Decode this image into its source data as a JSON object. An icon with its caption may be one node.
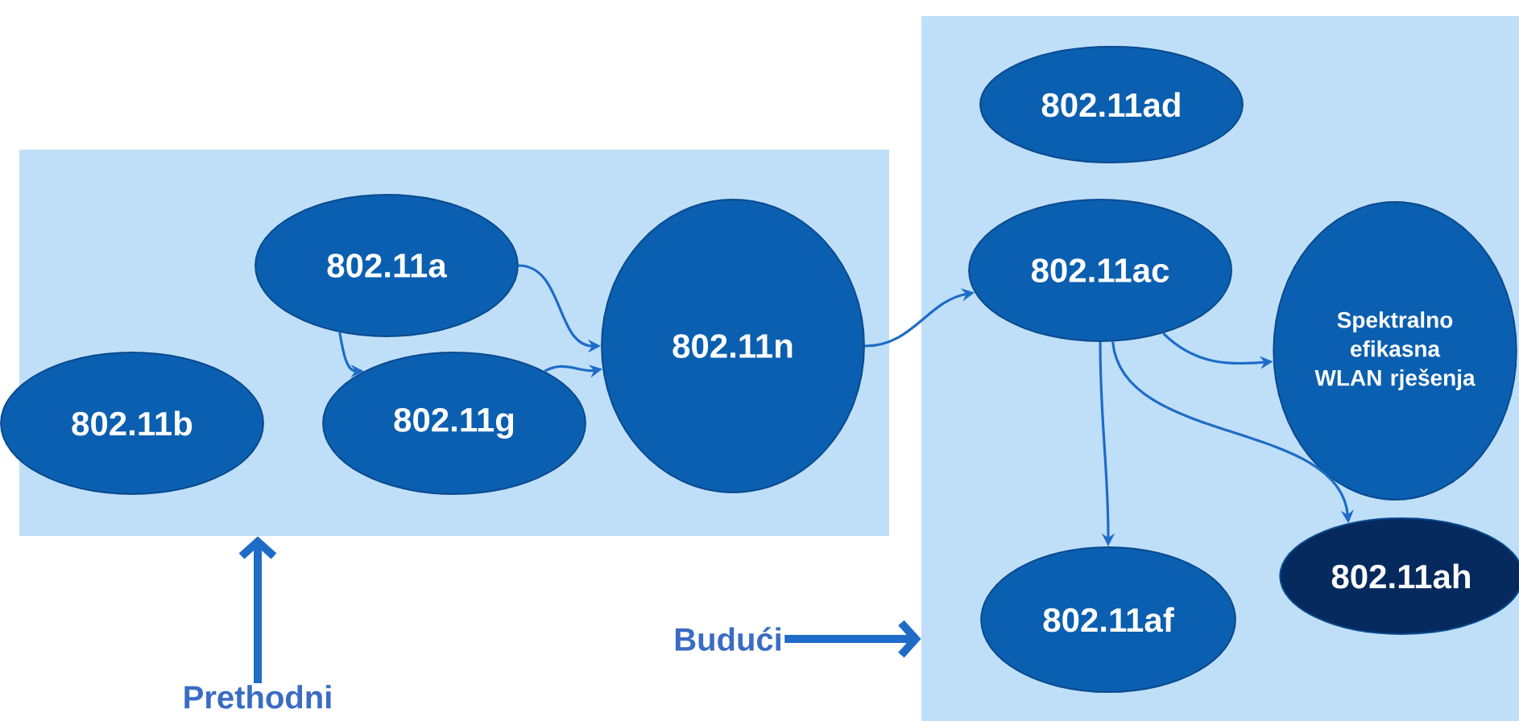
{
  "diagram": {
    "nodes": [
      {
        "text": [],
        "shape": "box"
      },
      {
        "text": [
          "802.11b"
        ],
        "in": 0
      },
      {
        "text": [
          "802.11a"
        ],
        "in": 0
      },
      {
        "text": [
          "802.11g"
        ],
        "in": 0
      },
      {
        "text": [
          "802.11n"
        ],
        "in": 0
      },
      {
        "text": [],
        "shape": "box"
      },
      {
        "text": [
          "802.11ad"
        ],
        "in": 5
      },
      {
        "text": [
          "802.11ac"
        ],
        "in": 5
      },
      {
        "text": [
          "Spektralno efikasna WLAN rješenja"
        ],
        "in": 5
      },
      {
        "text": [
          "802.11ah"
        ],
        "in": 5
      },
      {
        "text": [
          "802.11af"
        ],
        "in": 5
      },
      {
        "text": [
          "Prethodni"
        ]
      },
      {
        "text": [
          "Budući"
        ]
      }
    ],
    "edges": [
      {
        "from": 2,
        "to": 3,
        "arrow": "to"
      },
      {
        "from": 2,
        "to": 4,
        "arrow": "to"
      },
      {
        "from": 3,
        "to": 4,
        "arrow": "to"
      },
      {
        "from": 4,
        "to": 7,
        "arrow": "to"
      },
      {
        "from": 7,
        "to": 8,
        "arrow": "to"
      },
      {
        "from": 7,
        "to": 10,
        "arrow": "to"
      },
      {
        "from": 7,
        "to": 9,
        "arrow": "to"
      },
      {
        "from": 11,
        "to": 0,
        "arrow": "to",
        "style": "thick"
      },
      {
        "from": 12,
        "to": 5,
        "arrow": "to",
        "style": "thick"
      }
    ]
  }
}
